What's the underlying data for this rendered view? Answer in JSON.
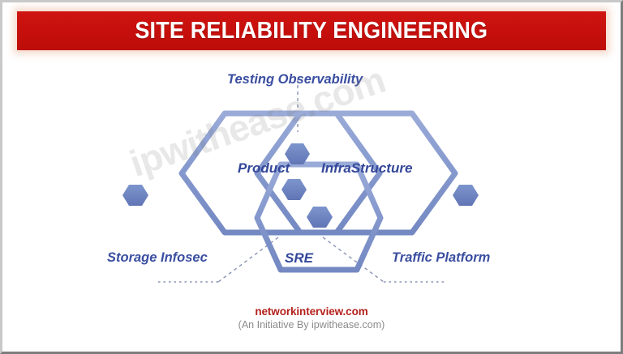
{
  "page": {
    "background_color": "#ffffff",
    "border_color": "#a8a8a8"
  },
  "banner": {
    "title": "SITE RELIABILITY ENGINEERING",
    "background_color": "#cc1010",
    "text_color": "#ffffff"
  },
  "diagram": {
    "accent_color": "#8296cc",
    "hex_fill_color": "#6d85c0",
    "label_color": "#33479a",
    "inner_labels": {
      "left": "Product",
      "right": "InfraStructure",
      "bottom": "SRE"
    },
    "outer_labels": {
      "top": "Testing Observability",
      "bottom_left": "Storage Infosec",
      "bottom_right": "Traffic Platform"
    }
  },
  "watermark": {
    "text": "ipwithease.com"
  },
  "footer": {
    "site": "networkinterview.com",
    "tagline": "(An Initiative By ipwithease.com)"
  }
}
